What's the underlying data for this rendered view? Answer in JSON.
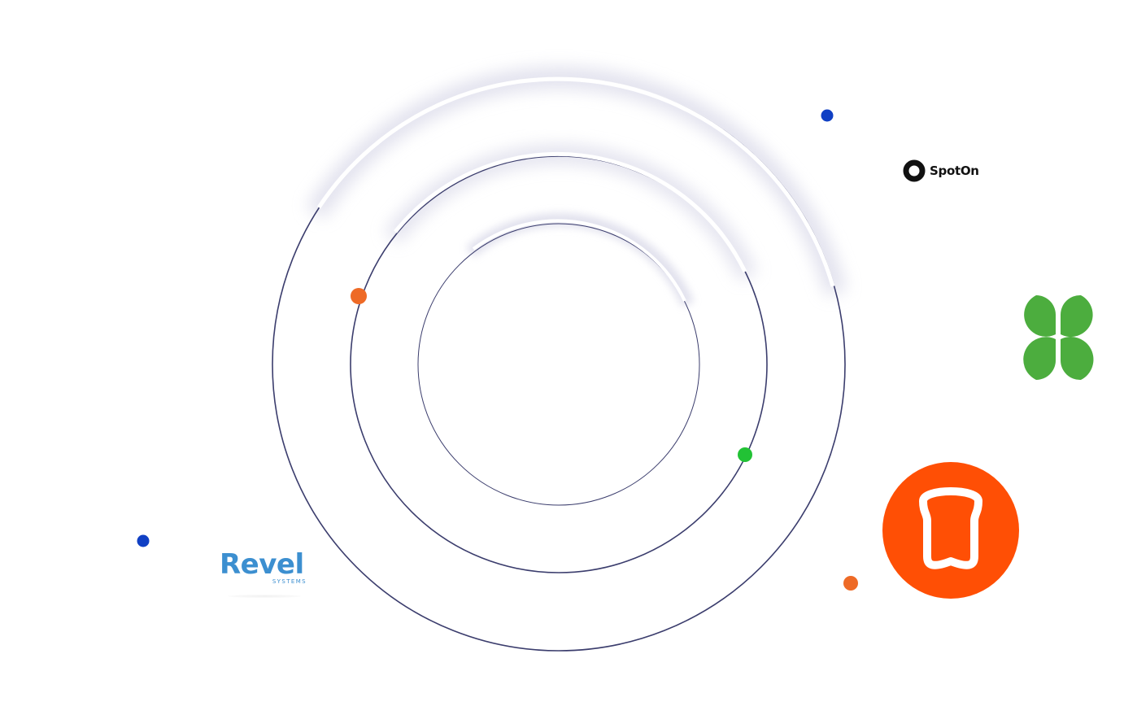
{
  "colors": {
    "ring": "#3b3d6d",
    "orange": "#ee6a26",
    "green": "#22c235",
    "blue": "#1040c4",
    "clover": "#4cad3e",
    "toast": "#ff4f05",
    "revel": "#3c8fd0"
  },
  "logos": {
    "spoton": {
      "text": "SpotOn",
      "icon": "ring-icon"
    },
    "revel": {
      "text": "Revel",
      "subtext": "SYSTEMS"
    },
    "clover": {
      "icon": "clover-icon"
    },
    "toast": {
      "icon": "toast-bread-icon"
    }
  }
}
